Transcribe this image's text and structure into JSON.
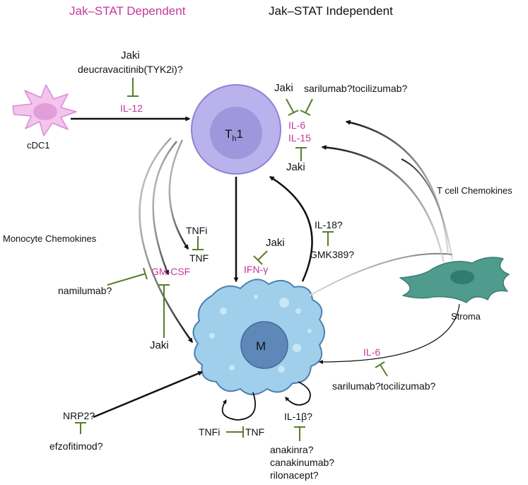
{
  "headers": {
    "dependent": "Jak–STAT Dependent",
    "independent": "Jak–STAT Independent"
  },
  "cells": {
    "th1": {
      "prefix": "T",
      "sub": "h",
      "suffix": "1"
    },
    "macrophage": "M",
    "cdc1": "cDC1",
    "stroma": "Stroma"
  },
  "labels": {
    "jaki_top": "Jaki",
    "deucravacitinib": "deucravacitinib(TYK2i)?",
    "il12": "IL-12",
    "jaki_il6": "Jaki",
    "sarilumab_top": "sarilumab?tocilizumab?",
    "il6_top": "IL-6",
    "il15": "IL-15",
    "jaki_il15": "Jaki",
    "t_cell_chemokines": "T cell Chemokines",
    "monocyte_chemokines": "Monocyte Chemokines",
    "tnfi_mid": "TNFi",
    "tnf_mid": "TNF",
    "jaki_ifng": "Jaki",
    "ifng": "IFN-γ",
    "il18": "IL-18?",
    "gmk389": "GMK389?",
    "gmcsf": "GM-CSF",
    "namilumab": "namilumab?",
    "jaki_gmcsf": "Jaki",
    "il6_bottom": "IL-6",
    "sarilumab_bottom": "sarilumab?tocilizumab?",
    "nrp2": "NRP2?",
    "efzofitimod": "efzofitimod?",
    "tnfi_bottom": "TNFi",
    "tnf_bottom": "TNF",
    "il1b": "IL-1β?",
    "anakinra": "anakinra?",
    "canakinumab": "canakinumab?",
    "rilonacept": "rilonacept?"
  },
  "colors": {
    "cytokine": "#c0399b",
    "inhibitor": "#5a7d2a",
    "arrow": "#111111",
    "th1_fill": "#b9b2ec",
    "th1_nucleus": "#9f97dd",
    "macrophage_fill": "#9fcfea",
    "macrophage_nucleus": "#5e88b7",
    "dendritic_fill": "#f3c4ee",
    "stroma_fill": "#4f9b8d"
  }
}
